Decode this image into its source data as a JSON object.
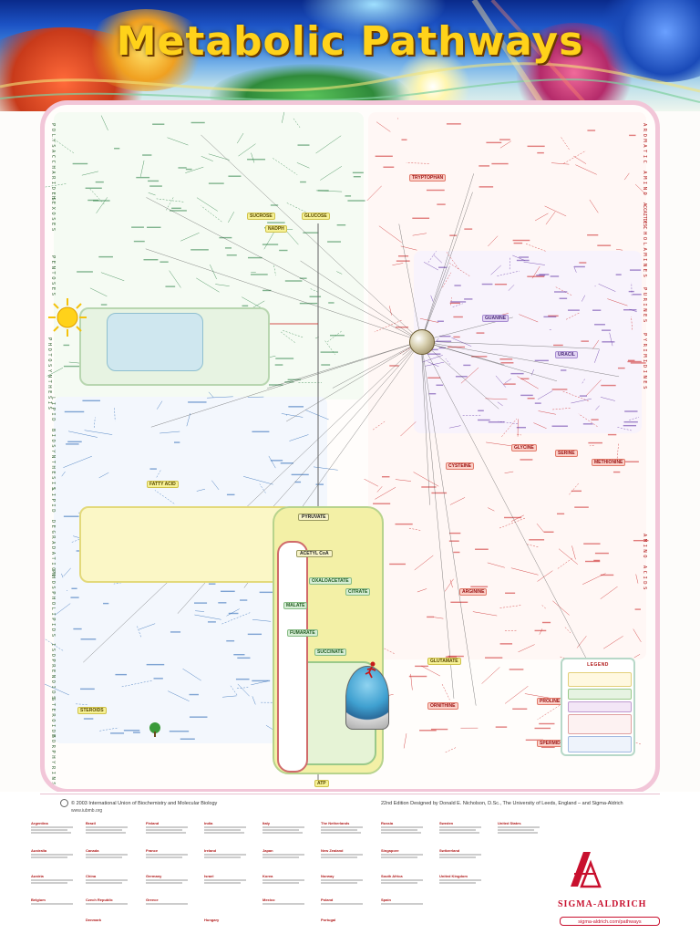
{
  "header": {
    "title": "Metabolic Pathways"
  },
  "footer": {
    "copyright": "© 2003 International Union of Biochemistry and Molecular Biology",
    "website": "www.iubmb.org",
    "credits": "22nd Edition Designed by Donald E. Nicholson, D.Sc., The University of Leeds, England – and Sigma-Aldrich",
    "brand": "SIGMA-ALDRICH",
    "url": "sigma-aldrich.com/pathways",
    "countries": [
      "Argentina",
      "Brazil",
      "Finland",
      "India",
      "Italy",
      "The Netherlands",
      "Russia",
      "Sweden",
      "United States",
      "Australia",
      "Canada",
      "France",
      "Ireland",
      "Japan",
      "New Zealand",
      "Singapore",
      "Switzerland",
      "Austria",
      "China",
      "Germany",
      "Israel",
      "Korea",
      "Norway",
      "South Africa",
      "United Kingdom",
      "Belgium",
      "Czech Republic",
      "Greece",
      "Mexico",
      "Poland",
      "Spain",
      "Denmark",
      "Hungary",
      "Portugal"
    ]
  },
  "map": {
    "left_sections": [
      "POLYSACCHARIDES",
      "HEXOSES",
      "PENTOSES",
      "PHOTOSYNTHESIS",
      "LIPID BIOSYNTHESIS",
      "LIPID DEGRADATION",
      "PHOSPHOLIPIDS",
      "ISOPRENOIDS",
      "STEROIDS",
      "PORPHYRINS"
    ],
    "right_sections": [
      "AROMATIC AMINO ACIDS",
      "CATECHOLAMINES",
      "PURINES",
      "PYRIMIDINES",
      "AMINO ACIDS"
    ],
    "hubs": [
      "SUCROSE",
      "GLUCOSE",
      "PYRUVATE",
      "ACETYL CoA",
      "FATTY ACID",
      "TRYPTOPHAN",
      "ATP",
      "NADPH",
      "GLUTAMATE",
      "ORNITHINE",
      "SPERMIDINE",
      "STEROIDS",
      "GLYCINE",
      "SERINE",
      "CYSTEINE",
      "METHIONINE",
      "ARGININE",
      "PROLINE",
      "GUANINE",
      "URACIL",
      "OXALOACETATE",
      "CITRATE",
      "MALATE",
      "FUMARATE",
      "SUCCINATE"
    ]
  },
  "legend": {
    "title": "LEGEND"
  },
  "colors": {
    "title": "#ffd21a",
    "frame": "#f2c6d8",
    "carbohydrate": "#1f7a3a",
    "amino_acid": "#c81818",
    "nucleotide": "#5a2aa0",
    "lipid": "#1d5fb0",
    "brand": "#c8102e"
  }
}
